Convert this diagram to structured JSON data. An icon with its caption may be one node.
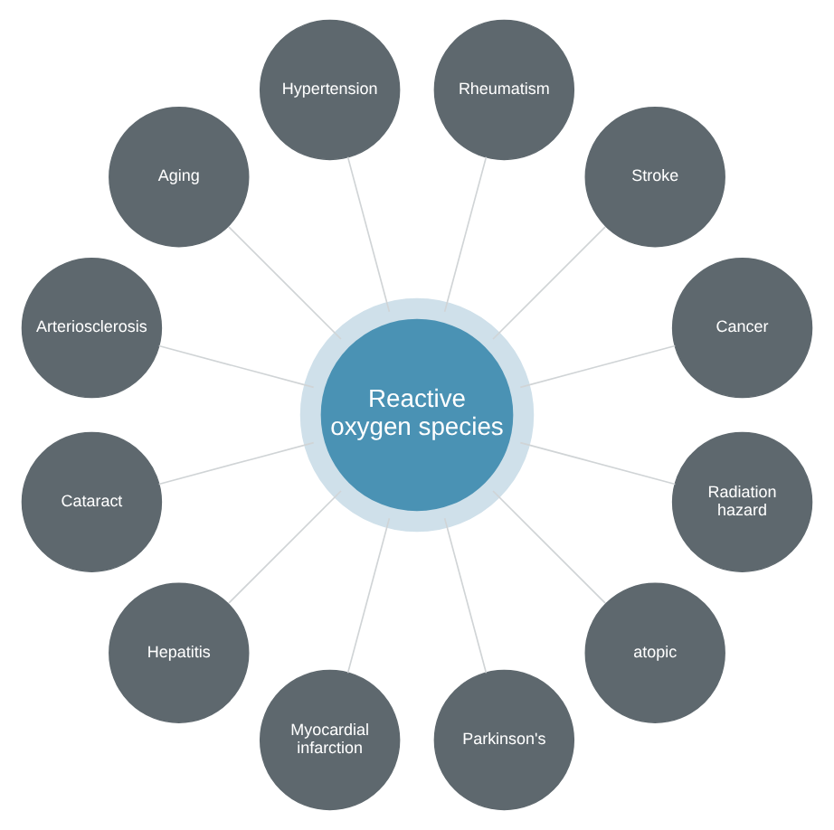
{
  "diagram": {
    "nodes": [
      {
        "text": [
          "Reactive oxygen species"
        ]
      },
      {
        "text": [
          "Cancer"
        ]
      },
      {
        "text": [
          "Stroke"
        ]
      },
      {
        "text": [
          "Rheumatism"
        ]
      },
      {
        "text": [
          "Hypertension"
        ]
      },
      {
        "text": [
          "Aging"
        ]
      },
      {
        "text": [
          "Arteriosclerosis"
        ]
      },
      {
        "text": [
          "Cataract"
        ]
      },
      {
        "text": [
          "Hepatitis"
        ]
      },
      {
        "text": [
          "Myocardial infarction"
        ]
      },
      {
        "text": [
          "Parkinson's"
        ]
      },
      {
        "text": [
          "atopic"
        ]
      },
      {
        "text": [
          "Radiation hazard"
        ]
      }
    ],
    "edges": [
      {
        "from": 0,
        "to": 1,
        "arrow": "none"
      },
      {
        "from": 0,
        "to": 2,
        "arrow": "none"
      },
      {
        "from": 0,
        "to": 3,
        "arrow": "none"
      },
      {
        "from": 0,
        "to": 4,
        "arrow": "none"
      },
      {
        "from": 0,
        "to": 5,
        "arrow": "none"
      },
      {
        "from": 0,
        "to": 6,
        "arrow": "none"
      },
      {
        "from": 0,
        "to": 7,
        "arrow": "none"
      },
      {
        "from": 0,
        "to": 8,
        "arrow": "none"
      },
      {
        "from": 0,
        "to": 9,
        "arrow": "none"
      },
      {
        "from": 0,
        "to": 10,
        "arrow": "none"
      },
      {
        "from": 0,
        "to": 11,
        "arrow": "none"
      },
      {
        "from": 0,
        "to": 12,
        "arrow": "none"
      }
    ]
  }
}
